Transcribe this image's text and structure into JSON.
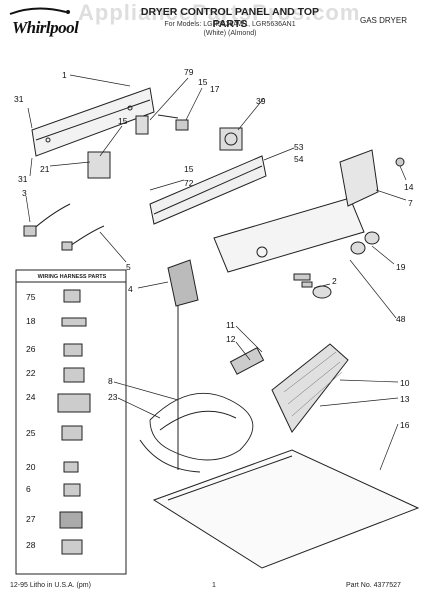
{
  "header": {
    "logo_text": "Whirlpool",
    "title": "DRYER CONTROL PANEL AND TOP PARTS",
    "models_line": "For Models: LGR5636AW1, LGR5636AN1",
    "colors_line": "(White)     (Almond)",
    "doc_type": "GAS DRYER",
    "watermark": "AppliancePartsPros.com"
  },
  "footer": {
    "litho": "12-95 Litho in U.S.A. (pm)",
    "page": "1",
    "part_no": "Part No. 4377527"
  },
  "wiring_box": {
    "title": "WIRING HARNESS PARTS",
    "items": [
      "75",
      "18",
      "26",
      "22",
      "24",
      "25",
      "20",
      "6",
      "27",
      "28"
    ]
  },
  "callouts": {
    "c1": "1",
    "c79": "79",
    "c15a": "15",
    "c17": "17",
    "c39": "39",
    "c31a": "31",
    "c15b": "15",
    "c21": "21",
    "c15c": "15",
    "c72": "72",
    "c53": "53",
    "c54": "54",
    "c31b": "31",
    "c3": "3",
    "c14": "14",
    "c7": "7",
    "c5": "5",
    "c19": "19",
    "c4": "4",
    "c2": "2",
    "c48": "48",
    "c11": "11",
    "c12": "12",
    "c10": "10",
    "c8": "8",
    "c23": "23",
    "c13": "13",
    "c16": "16"
  }
}
